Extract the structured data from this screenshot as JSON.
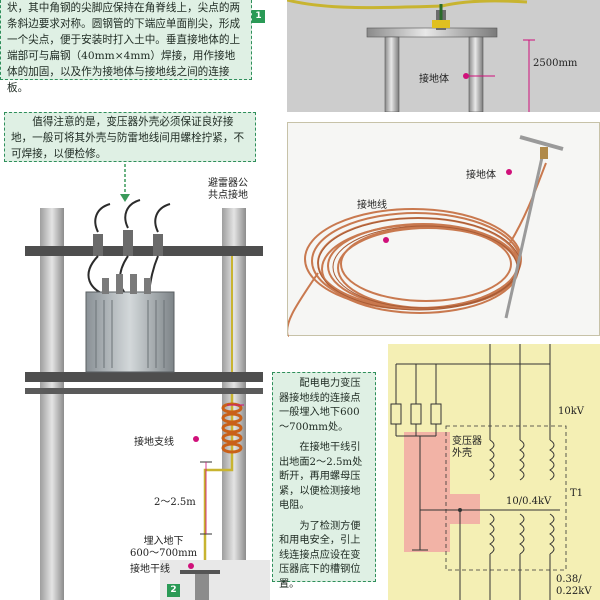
{
  "note_top": "状，其中角钢的尖脚应保持在角脊线上，尖点的两条斜边要求对称。圆钢管的下端应单面削尖，形成一个尖点，便于安装时打入土中。垂直接地体的上端部可与扁钢（40mm×4mm）焊接，用作接地体的加固，以及作为接地体与接地线之间的连接板。",
  "note_warning": "值得注意的是，变压器外壳必须保证良好接地，一般可将其外壳与防雷地线间用螺栓拧紧，不可焊接，以便检修。",
  "note_side": [
    "配电电力变压器接地线的连接点一般埋入地下600～700mm处。",
    "在接地干线引出地面2～2.5m处断开，再用螺母压紧，以便检测接地电阻。",
    "为了检测方便和用电安全，引上线连接点应设在变压器底下的槽钢位置。"
  ],
  "steps": [
    "1",
    "2"
  ],
  "labels": {
    "ground_body_1": "接地体",
    "depth": "2500mm",
    "ground_body_2": "接地体",
    "ground_wire": "接地线",
    "arrester_common_point": [
      "避雷器公",
      "共点接地"
    ],
    "branch_wire": "接地支线",
    "height": "2～2.5m",
    "buried": [
      "埋入地下",
      "600～700mm"
    ],
    "trunk_wire": "接地干线"
  },
  "schematic": {
    "hv": "10kV",
    "shell": [
      "变压器",
      "外壳"
    ],
    "ratio": "10/0.4kV",
    "transformer": "T1",
    "lv": [
      "0.38/",
      "0.22kV"
    ]
  },
  "colors": {
    "note_bg": "#dff0e4",
    "note_border": "#2f8f5b",
    "pointer": "#d0107a",
    "schematic_bg": "#f4efb4",
    "shell_fill": "#f2b3a6",
    "copper": "#c9794f"
  }
}
